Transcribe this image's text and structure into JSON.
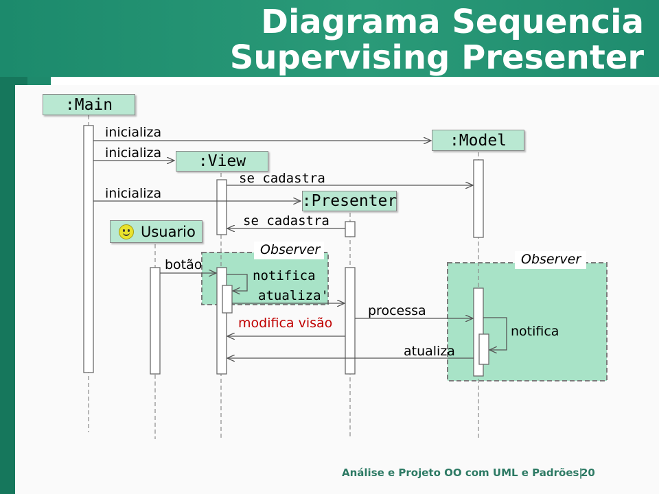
{
  "header": {
    "title_line1": "Diagrama Sequencia",
    "title_line2": "Supervising Presenter"
  },
  "objects": {
    "main": ":Main",
    "view": ":View",
    "presenter": ":Presenter",
    "model": ":Model",
    "actor": "Usuario",
    "actor_icon": "smiley-icon"
  },
  "messages": {
    "inicializa_1": "inicializa",
    "inicializa_2": "inicializa",
    "inicializa_3": "inicializa",
    "se_cadastra_1": "se cadastra",
    "se_cadastra_2": "se cadastra",
    "botao": "botão",
    "notifica_view": "notifica",
    "atualiza_view": "atualiza'",
    "modifica_visao": "modifica visão",
    "processa": "processa",
    "notifica_model": "notifica",
    "atualiza_model": "atualiza"
  },
  "fragments": {
    "observer_left": "Observer",
    "observer_right": "Observer"
  },
  "footer": {
    "text": "Análise e Projeto OO com UML e Padrões|",
    "page": "20"
  },
  "colors": {
    "brand_green": "#1e8a6c",
    "box_fill": "#b9e8d2",
    "fragment_fill": "#a8e3c7",
    "highlight_text": "#c00000"
  }
}
